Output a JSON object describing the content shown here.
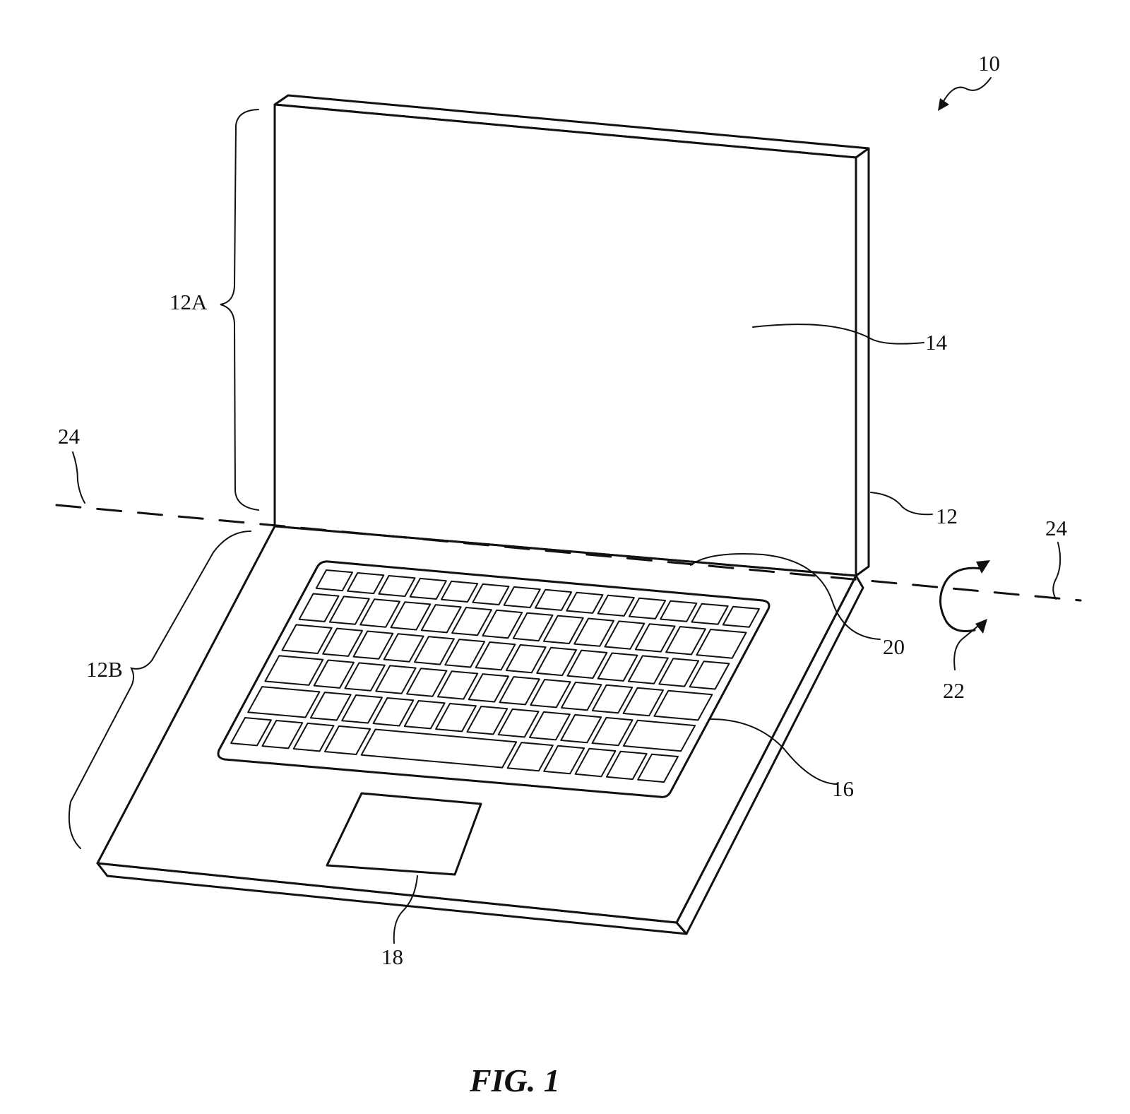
{
  "figure": {
    "caption": "FIG. 1",
    "labels": {
      "device": "10",
      "housing": "12",
      "upper_housing": "12A",
      "lower_housing": "12B",
      "display": "14",
      "keyboard": "16",
      "trackpad": "18",
      "component": "20",
      "rotation": "22",
      "axis_left": "24",
      "axis_right": "24"
    }
  }
}
